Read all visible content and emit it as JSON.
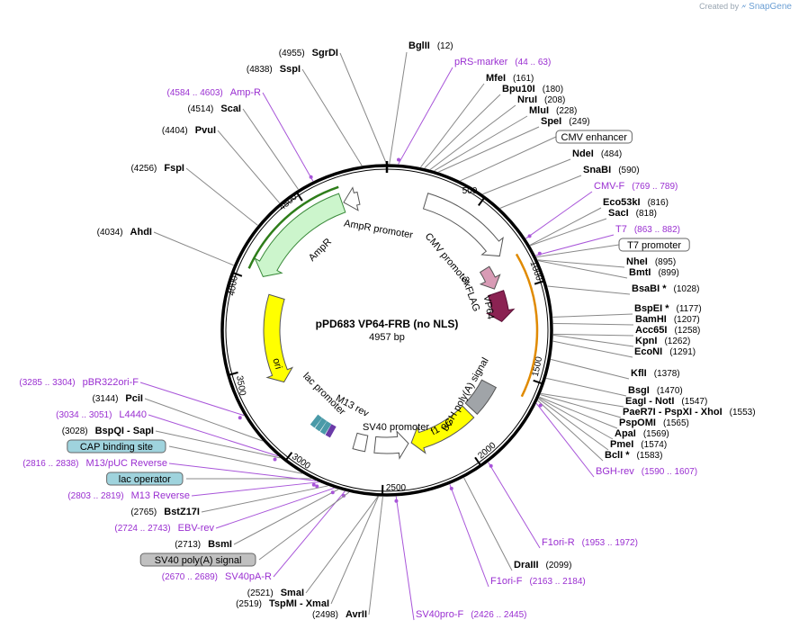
{
  "credit": {
    "prefix": "Created by",
    "brand": "SnapGene"
  },
  "plasmid": {
    "name": "pPD683 VP64-FRB (no NLS)",
    "length": "4957 bp"
  },
  "ticks": [
    "500",
    "1000",
    "1500",
    "2000",
    "2500",
    "3000",
    "3500",
    "4000",
    "4500"
  ],
  "features": [
    {
      "label": "CMV promoter",
      "color": "#ffffff"
    },
    {
      "label": "3xFLAG",
      "color": "#d89bb5"
    },
    {
      "label": "VP64",
      "color": "#8b2252"
    },
    {
      "label": "bGH poly(A) signal",
      "color": "#a0a4a8"
    },
    {
      "label": "f1 ori",
      "color": "#ffff00"
    },
    {
      "label": "SV40 promoter",
      "color": "#ffffff"
    },
    {
      "label": "M13 rev",
      "color": "#ffffff"
    },
    {
      "label": "lac promoter",
      "color": "#ffffff"
    },
    {
      "label": "ori",
      "color": "#ffff00"
    },
    {
      "label": "AmpR",
      "color": "#ccf5cc"
    },
    {
      "label": "AmpR promoter",
      "color": "#ffffff"
    }
  ],
  "sites": [
    {
      "name": "BglII",
      "pos": "(12)"
    },
    {
      "name": "MfeI",
      "pos": "(161)"
    },
    {
      "name": "Bpu10I",
      "pos": "(180)"
    },
    {
      "name": "NruI",
      "pos": "(208)"
    },
    {
      "name": "MluI",
      "pos": "(228)"
    },
    {
      "name": "SpeI",
      "pos": "(249)"
    },
    {
      "name": "NdeI",
      "pos": "(484)"
    },
    {
      "name": "SnaBI",
      "pos": "(590)"
    },
    {
      "name": "Eco53kI",
      "pos": "(816)"
    },
    {
      "name": "SacI",
      "pos": "(818)"
    },
    {
      "name": "NheI",
      "pos": "(895)"
    },
    {
      "name": "BmtI",
      "pos": "(899)"
    },
    {
      "name": "BsaBI *",
      "pos": "(1028)"
    },
    {
      "name": "BspEI *",
      "pos": "(1177)"
    },
    {
      "name": "BamHI",
      "pos": "(1207)"
    },
    {
      "name": "Acc65I",
      "pos": "(1258)"
    },
    {
      "name": "KpnI",
      "pos": "(1262)"
    },
    {
      "name": "EcoNI",
      "pos": "(1291)"
    },
    {
      "name": "KflI",
      "pos": "(1378)"
    },
    {
      "name": "BsgI",
      "pos": "(1470)"
    },
    {
      "name": "EagI  - NotI",
      "pos": "(1547)"
    },
    {
      "name": "PaeR7I  - PspXI  - XhoI",
      "pos": "(1553)"
    },
    {
      "name": "PspOMI",
      "pos": "(1565)"
    },
    {
      "name": "ApaI",
      "pos": "(1569)"
    },
    {
      "name": "PmeI",
      "pos": "(1574)"
    },
    {
      "name": "BclI *",
      "pos": "(1583)"
    },
    {
      "name": "DraIII",
      "pos": "(2099)"
    },
    {
      "name": "AvrII",
      "pos": "(2498)"
    },
    {
      "name": "SmaI",
      "pos": "(2521)"
    },
    {
      "name": "TspMI  - XmaI",
      "pos": "(2519)"
    },
    {
      "name": "BsmI",
      "pos": "(2713)"
    },
    {
      "name": "BstZ17I",
      "pos": "(2765)"
    },
    {
      "name": "BspQI  - SapI",
      "pos": "(3028)"
    },
    {
      "name": "PciI",
      "pos": "(3144)"
    },
    {
      "name": "AhdI",
      "pos": "(4034)"
    },
    {
      "name": "FspI",
      "pos": "(4256)"
    },
    {
      "name": "PvuI",
      "pos": "(4404)"
    },
    {
      "name": "ScaI",
      "pos": "(4514)"
    },
    {
      "name": "SspI",
      "pos": "(4838)"
    },
    {
      "name": "SgrDI",
      "pos": "(4955)"
    }
  ],
  "primers": [
    {
      "name": "pRS-marker",
      "range": "(44 .. 63)"
    },
    {
      "name": "CMV-F",
      "range": "(769 .. 789)"
    },
    {
      "name": "T7",
      "range": "(863 .. 882)"
    },
    {
      "name": "BGH-rev",
      "range": "(1590 .. 1607)"
    },
    {
      "name": "F1ori-R",
      "range": "(1953 .. 1972)"
    },
    {
      "name": "F1ori-F",
      "range": "(2163 .. 2184)"
    },
    {
      "name": "SV40pro-F",
      "range": "(2426 .. 2445)"
    },
    {
      "name": "SV40pA-R",
      "range": "(2670 .. 2689)"
    },
    {
      "name": "EBV-rev",
      "range": "(2724 .. 2743)"
    },
    {
      "name": "M13 Reverse",
      "range": "(2803 .. 2819)"
    },
    {
      "name": "M13/pUC Reverse",
      "range": "(2816 .. 2838)"
    },
    {
      "name": "L4440",
      "range": "(3034 .. 3051)"
    },
    {
      "name": "pBR322ori-F",
      "range": "(3285 .. 3304)"
    },
    {
      "name": "Amp-R",
      "range": "(4584 .. 4603)"
    }
  ],
  "boxed_features": [
    {
      "label": "CMV enhancer",
      "fill": "#ffffff"
    },
    {
      "label": "T7 promoter",
      "fill": "#ffffff"
    },
    {
      "label": "CAP binding site",
      "fill": "#9fd3dd"
    },
    {
      "label": "lac operator",
      "fill": "#9fd3dd"
    },
    {
      "label": "SV40 poly(A) signal",
      "fill": "#c0c0c0"
    }
  ]
}
